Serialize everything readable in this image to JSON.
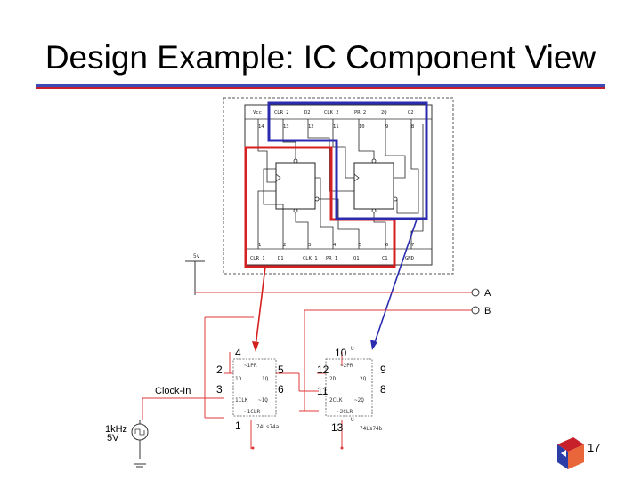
{
  "slide": {
    "title": "Design Example: IC Component View",
    "page_number": "17"
  },
  "ic_package": {
    "top_labels": [
      "Vcc",
      "CLR 2",
      "D2",
      "CLK 2",
      "PR 2",
      "2Q",
      "Q2"
    ],
    "top_pins": [
      "14",
      "13",
      "12",
      "11",
      "10",
      "9",
      "8"
    ],
    "bottom_pins": [
      "1",
      "2",
      "3",
      "4",
      "5",
      "6",
      "7"
    ],
    "bottom_labels": [
      "CLR 1",
      "D1",
      "CLK 1",
      "PR 1",
      "Q1",
      "C1",
      "GND"
    ]
  },
  "schematic": {
    "supply_label": "5v",
    "input_a": "A",
    "input_b": "B",
    "clock_label": "Clock-In",
    "source_label_line1": "1kHz",
    "source_label_line2": "5V",
    "ff1": {
      "pin_pre": "4",
      "pin_d": "2",
      "pin_clk": "3",
      "pin_q": "5",
      "pin_qn": "6",
      "pin_clr": "1",
      "text_pre": "~1PR",
      "text_d": "1D",
      "text_q": "1Q",
      "text_clk": "1CLK",
      "text_qn": "~1Q",
      "text_clr": "~1CLR",
      "part": "74Ls74a"
    },
    "ff2": {
      "pin_pre": "10",
      "pin_d": "12",
      "pin_clk": "11",
      "pin_q": "9",
      "pin_qn": "8",
      "pin_clr": "13",
      "text_pre": "~2PR",
      "text_d": "2D",
      "text_q": "2Q",
      "text_clk": "2CLK",
      "text_qn": "~2Q",
      "text_clr": "~2CLR",
      "part": "74Ls74b",
      "ref_top": "U",
      "ref_bottom": "U"
    }
  },
  "colors": {
    "blue_highlight": "#2b2bb0",
    "red_highlight": "#d42020",
    "red_wire": "#e03a3a",
    "title_rule_blue": "#3a4bb8",
    "title_rule_red": "#c8202a"
  }
}
